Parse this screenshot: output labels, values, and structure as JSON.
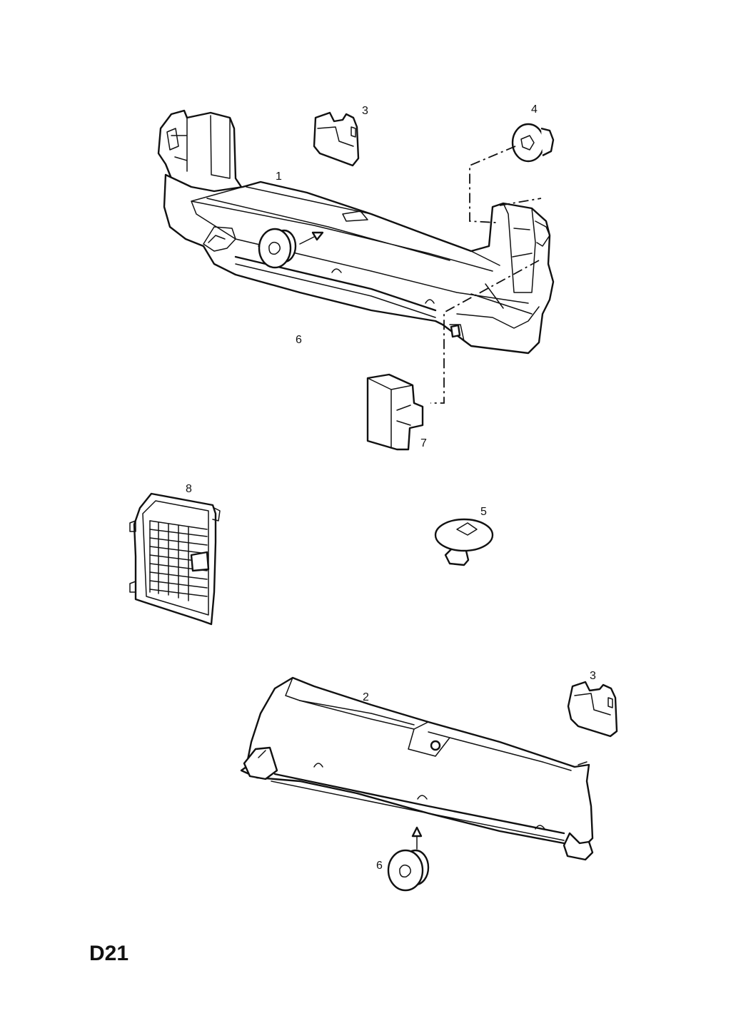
{
  "diagram": {
    "page_code": "D21",
    "callouts": {
      "c1": "1",
      "c2": "2",
      "c3a": "3",
      "c3b": "3",
      "c4": "4",
      "c5": "5",
      "c6a": "6",
      "c6b": "6",
      "c7": "7",
      "c8": "8"
    }
  }
}
